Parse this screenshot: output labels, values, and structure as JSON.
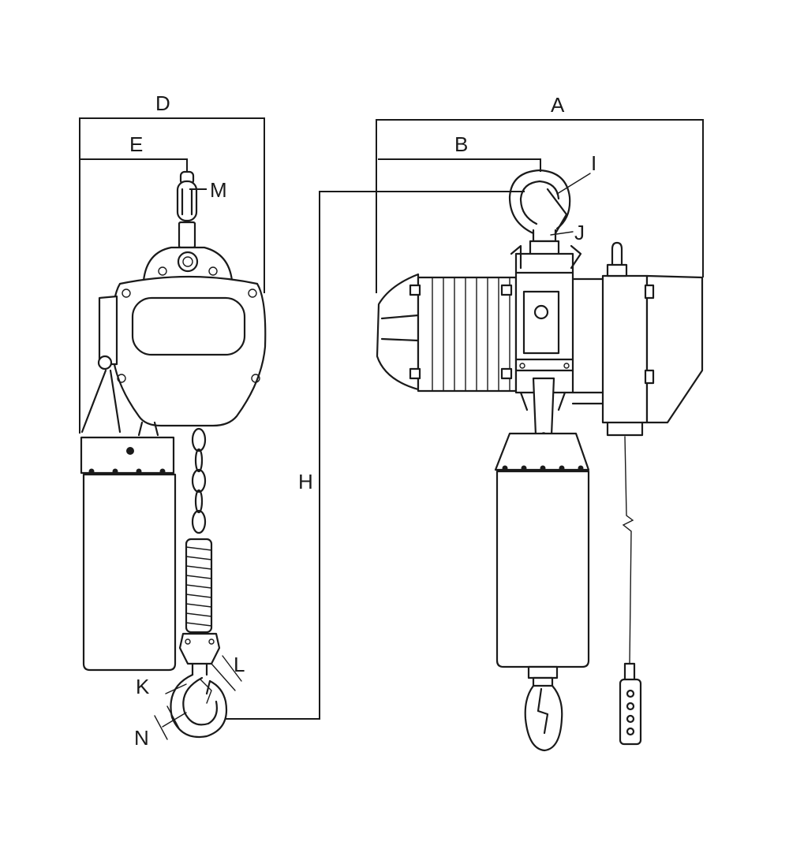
{
  "diagram": {
    "labels": {
      "A": "A",
      "B": "B",
      "D": "D",
      "E": "E",
      "H": "H",
      "I": "I",
      "J": "J",
      "K": "K",
      "L": "L",
      "M": "M",
      "N": "N"
    }
  }
}
